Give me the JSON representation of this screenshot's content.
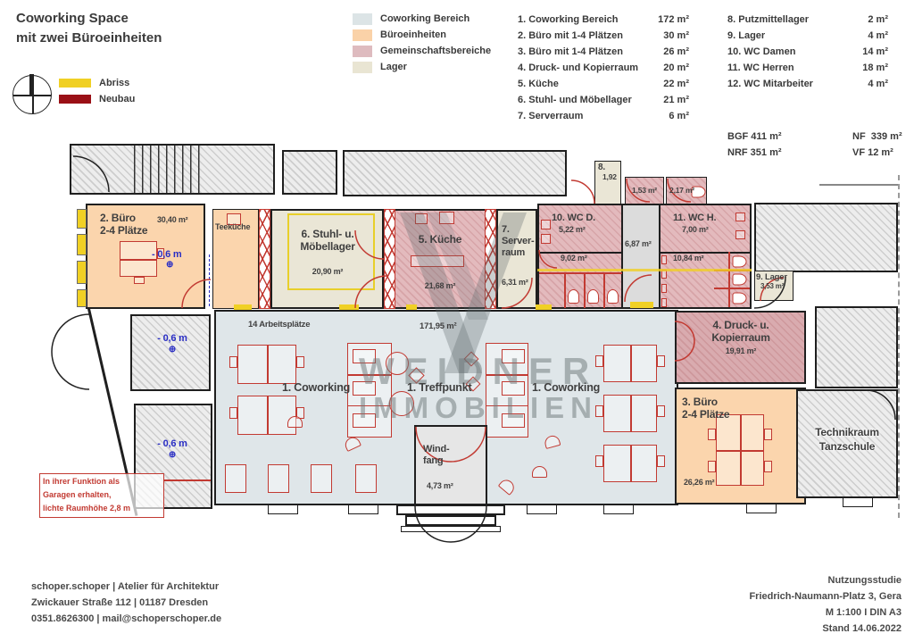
{
  "header": {
    "title_line1": "Coworking Space",
    "title_line2": "mit zwei Büroeinheiten",
    "change_legend": [
      {
        "label": "Abriss",
        "color": "#f0d024"
      },
      {
        "label": "Neubau",
        "color": "#9a1016"
      }
    ],
    "zone_legend": [
      {
        "label": "Coworking Bereich",
        "color": "#dce4e6"
      },
      {
        "label": "Büroeinheiten",
        "color": "#fad2a8"
      },
      {
        "label": "Gemeinschaftsbereiche",
        "color": "#debbbf"
      },
      {
        "label": "Lager",
        "color": "#e9e5d3"
      }
    ],
    "room_list_col1": [
      {
        "name": "1. Coworking Bereich",
        "area": "172 m²"
      },
      {
        "name": "2. Büro mit 1-4 Plätzen",
        "area": "30 m²"
      },
      {
        "name": "3. Büro mit 1-4 Plätzen",
        "area": "26 m²"
      },
      {
        "name": "4. Druck- und Kopierraum",
        "area": "20 m²"
      },
      {
        "name": "5. Küche",
        "area": "22 m²"
      },
      {
        "name": "6. Stuhl- und Möbellager",
        "area": "21 m²"
      },
      {
        "name": "7. Serverraum",
        "area": "6 m²"
      }
    ],
    "room_list_col2": [
      {
        "name": "8. Putzmittellager",
        "area": "2 m²"
      },
      {
        "name": "9. Lager",
        "area": "4 m²"
      },
      {
        "name": "10. WC Damen",
        "area": "14 m²"
      },
      {
        "name": "11. WC Herren",
        "area": "18 m²"
      },
      {
        "name": "12. WC Mitarbeiter",
        "area": "4 m²"
      }
    ],
    "totals": {
      "bgf": "BGF 411 m²",
      "nrf": "NRF 351 m²",
      "nf": "NF  339 m²",
      "vf": "VF 12 m²"
    }
  },
  "plan": {
    "level_label": "- 0,6 m",
    "level_symbol": "⊕",
    "note": [
      "In ihrer Funktion als",
      "Garagen erhalten,",
      "lichte Raumhöhe 2,8 m"
    ],
    "rooms": {
      "buero2": {
        "l1": "2. Büro",
        "l2": "2-4 Plätze",
        "area": "30,40 m²"
      },
      "teekueche": {
        "l1": "Teeküche"
      },
      "moebellager": {
        "l1": "6. Stuhl- u.",
        "l2": "Möbellager",
        "area": "20,90 m²"
      },
      "kueche": {
        "l1": "5. Küche",
        "area": "21,68 m²"
      },
      "server": {
        "l1": "7.",
        "l2": "Server-",
        "l3": "raum",
        "area": "6,31 m²"
      },
      "putz": {
        "l1": "8.",
        "area": "1,92"
      },
      "wcmit1": {
        "area": "1,53 m²"
      },
      "wcmit2": {
        "area": "2,17 m²"
      },
      "wcd": {
        "l1": "10. WC D.",
        "area": "5,22 m²",
        "area2": "9,02 m²"
      },
      "flur": {
        "area": "6,87 m²"
      },
      "wch": {
        "l1": "11. WC H.",
        "area": "7,00 m²",
        "area2": "10,84 m²"
      },
      "lager": {
        "l1": "9. Lager",
        "area": "3,53 m²"
      },
      "hall": {
        "plaetze": "14 Arbeitsplätze",
        "area": "171,95 m²",
        "cow1": "1. Coworking",
        "treff": "1. Treffpunkt",
        "cow2": "1. Coworking"
      },
      "windfang": {
        "l1": "Wind-",
        "l2": "fang",
        "area": "4,73 m²"
      },
      "druck": {
        "l1": "4. Druck- u.",
        "l2": "Kopierraum",
        "area": "19,91 m²"
      },
      "buero3": {
        "l1": "3. Büro",
        "l2": "2-4 Plätze",
        "area": "26,26 m²"
      },
      "technik": {
        "l1": "Technikraum",
        "l2": "Tanzschule"
      }
    }
  },
  "watermark": {
    "l1": "WEIDNER",
    "l2": "IMMOBILIEN"
  },
  "footer": {
    "left": [
      "schoper.schoper | Atelier für Architektur",
      "Zwickauer Straße 112 | 01187 Dresden",
      "0351.8626300 | mail@schoperschoper.de"
    ],
    "right": [
      "Nutzungsstudie",
      "Friedrich-Naumann-Platz 3, Gera",
      "M 1:100 I DIN A3",
      "Stand 14.06.2022"
    ]
  }
}
